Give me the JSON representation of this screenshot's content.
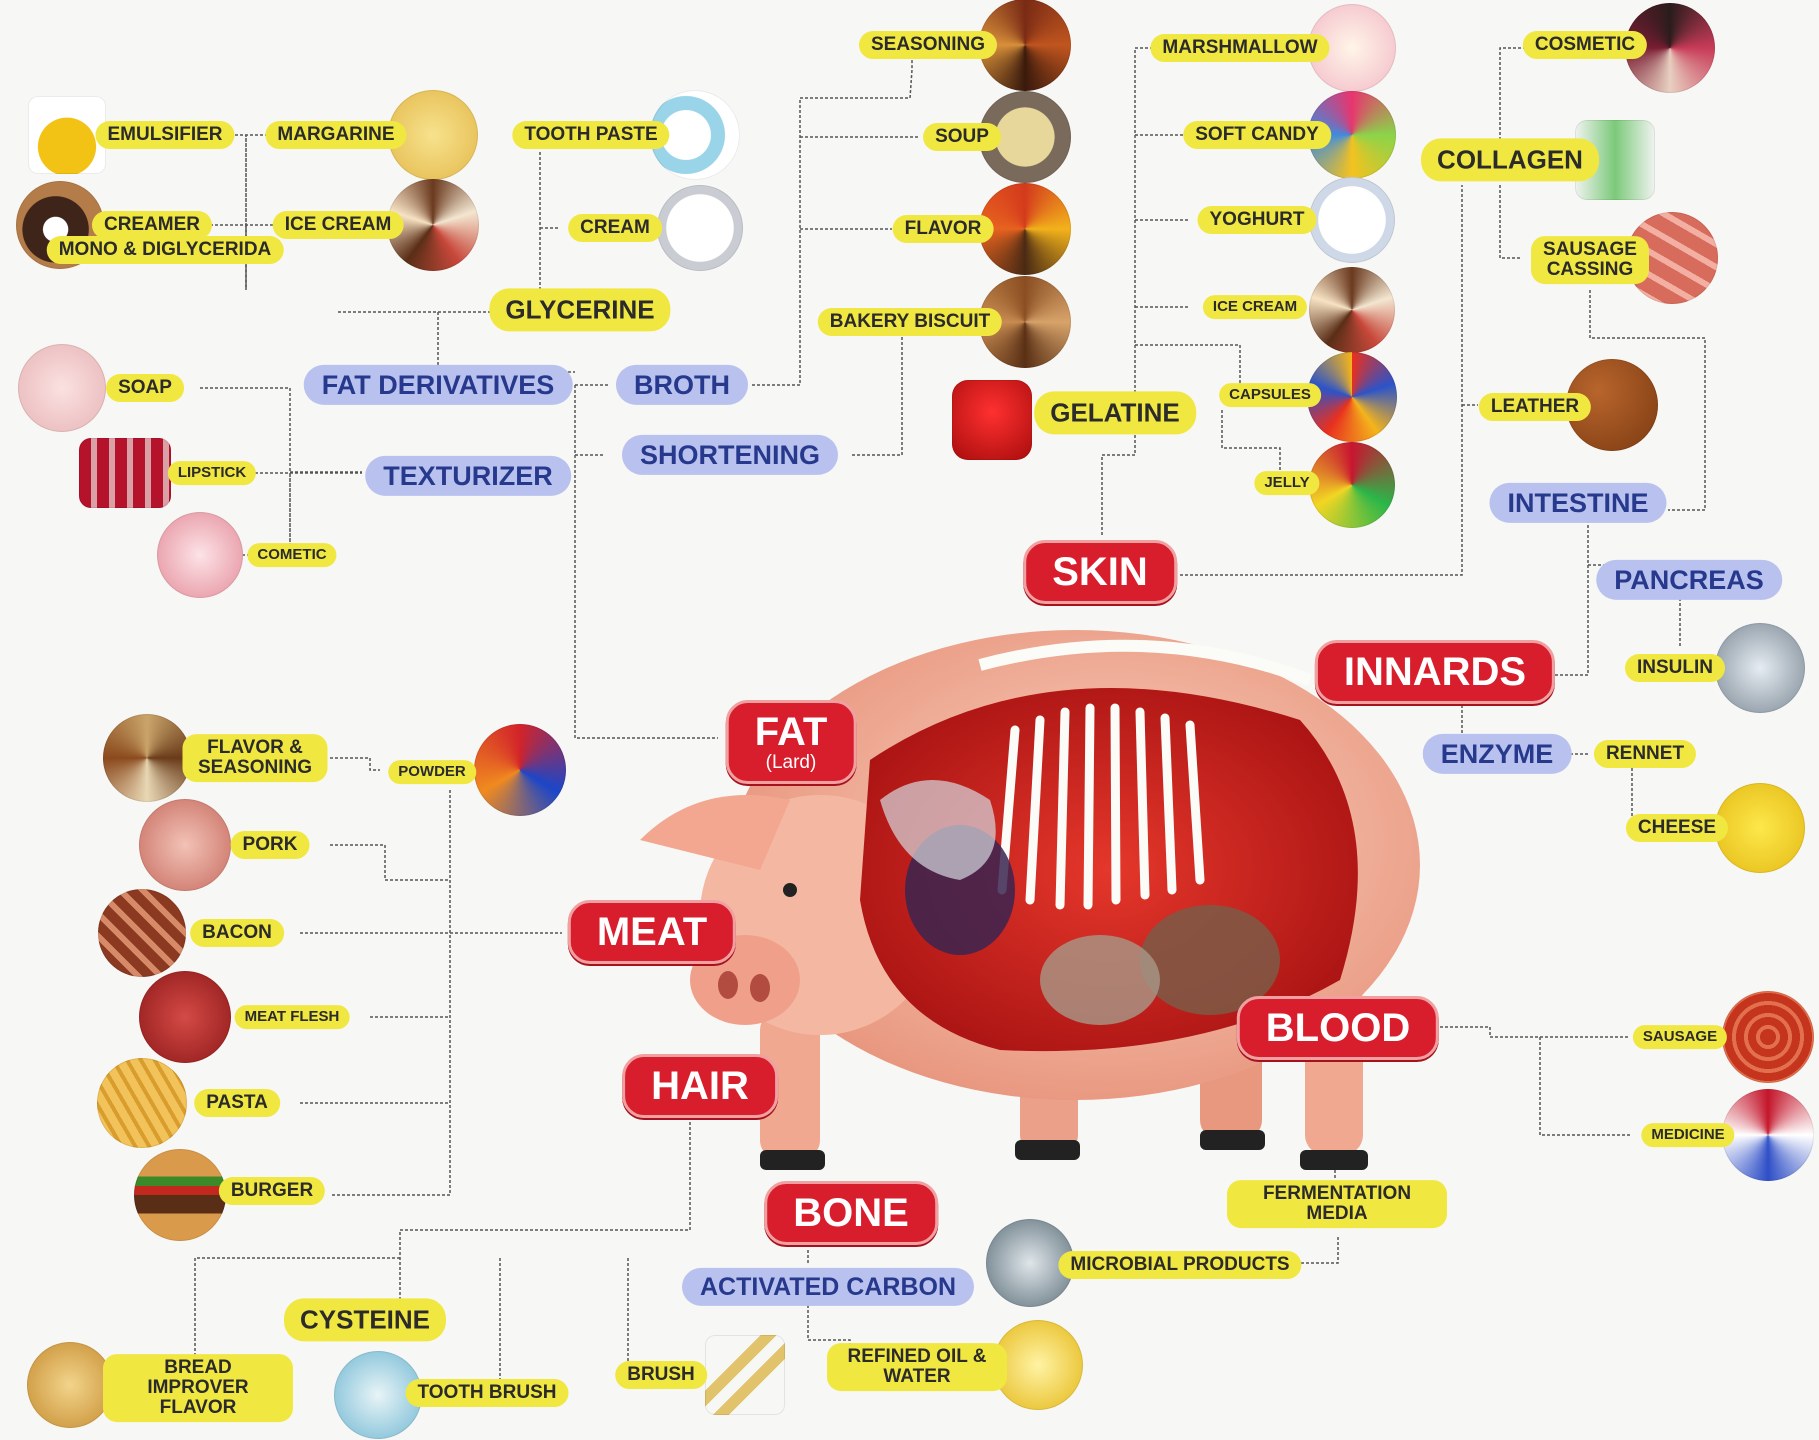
{
  "parts": {
    "skin": "SKIN",
    "innards": "INNARDS",
    "fat": "FAT",
    "fat_sub": "(Lard)",
    "meat": "MEAT",
    "blood": "BLOOD",
    "hair": "HAIR",
    "bone": "BONE"
  },
  "fat_branch": {
    "fat_derivatives": "FAT DERIVATIVES",
    "broth": "BROTH",
    "shortening": "SHORTENING",
    "texturizer": "TEXTURIZER",
    "mono_diglycerida": "MONO & DIGLYCERIDA",
    "glycerine": "GLYCERINE",
    "emulsifier": "EMULSIFIER",
    "margarine": "MARGARINE",
    "creamer": "CREAMER",
    "ice_cream": "ICE CREAM",
    "tooth_paste": "TOOTH PASTE",
    "cream": "CREAM",
    "seasoning": "SEASONING",
    "soup": "SOUP",
    "flavor": "FLAVOR",
    "bakery_biscuit": "BAKERY BISCUIT",
    "soap": "SOAP",
    "lipstick": "LIPSTICK",
    "cometic": "COMETIC"
  },
  "skin_branch": {
    "gelatine": "GELATINE",
    "marshmallow": "MARSHMALLOW",
    "soft_candy": "SOFT CANDY",
    "yoghurt": "YOGHURT",
    "ice_cream": "ICE CREAM",
    "capsules": "CAPSULES",
    "jelly": "JELLY",
    "collagen": "COLLAGEN",
    "cosmetic": "COSMETIC",
    "sausage_cassing": "SAUSAGE CASSING",
    "leather": "LEATHER"
  },
  "innards_branch": {
    "intestine": "INTESTINE",
    "pancreas": "PANCREAS",
    "insulin": "INSULIN",
    "enzyme": "ENZYME",
    "rennet": "RENNET",
    "cheese": "CHEESE"
  },
  "meat_branch": {
    "flavor_seasoning": "FLAVOR & SEASONING",
    "powder": "POWDER",
    "pork": "PORK",
    "bacon": "BACON",
    "meat_flesh": "MEAT FLESH",
    "pasta": "PASTA",
    "burger": "BURGER"
  },
  "blood_branch": {
    "sausage": "SAUSAGE",
    "medicine": "MEDICINE",
    "fermentation_media": "FERMENTATION MEDIA",
    "microbial_products": "MICROBIAL PRODUCTS"
  },
  "bone_branch": {
    "activated_carbon": "ACTIVATED CARBON",
    "refined_oil_water": "REFINED OIL & WATER"
  },
  "hair_branch": {
    "cysteine": "CYSTEINE",
    "bread_improver_flavor": "BREAD IMPROVER FLAVOR",
    "tooth_brush": "TOOTH BRUSH",
    "brush": "BRUSH"
  },
  "colors": {
    "background": "#f7f7f5",
    "part_red": "#d81e2c",
    "product_yellow": "#f1e741",
    "category_blue": "#b9c2ee",
    "category_blue_text": "#27398d",
    "connector": "#555555"
  },
  "icons": [
    "emulsifier-flask-icon",
    "creamer-jug-icon",
    "margarine-icon",
    "ice-cream-icon",
    "toothpaste-icon",
    "cream-jar-icon",
    "seasoning-icon",
    "soup-icon",
    "flavor-spice-icon",
    "biscuit-icon",
    "soap-icon",
    "lipstick-icon",
    "cosmetic-brush-icon",
    "jelly-mold-icon",
    "marshmallow-icon",
    "soft-candy-icon",
    "yoghurt-icon",
    "capsules-icon",
    "jelly-icon",
    "cosmetic-icon",
    "collagen-icon",
    "sausage-casing-icon",
    "leather-icon",
    "insulin-vial-icon",
    "cheese-icon",
    "spices-icon",
    "powder-icon",
    "pork-icon",
    "bacon-icon",
    "meat-flesh-icon",
    "pasta-icon",
    "burger-icon",
    "sausage-icon",
    "medicine-icon",
    "microbial-icon",
    "oil-water-icon",
    "bread-improver-icon",
    "toothbrush-icon",
    "paint-brush-icon",
    "pig-anatomy-icon"
  ]
}
